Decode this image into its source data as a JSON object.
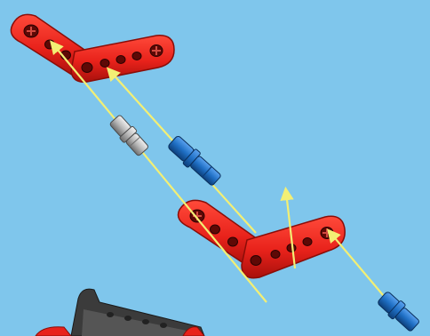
{
  "scene": {
    "background_color": "#7fc6ec",
    "beam_color": "#e8221b",
    "beam_shade_color": "#a8100c",
    "friction_pin_color": "#1f6fc4",
    "bushing_pin_color": "#b9b9b9",
    "arrow_color": "#f3ef74",
    "base_part_color": "#3b3b3b",
    "parts": [
      {
        "name": "upper-angled-beam",
        "color": "red"
      },
      {
        "name": "lower-angled-beam",
        "color": "red"
      },
      {
        "name": "gray-connector-pin",
        "color": "gray"
      },
      {
        "name": "blue-connector-pin-upper",
        "color": "blue"
      },
      {
        "name": "blue-connector-pin-lower",
        "color": "blue"
      },
      {
        "name": "dark-base-assembly",
        "color": "dark-gray"
      }
    ],
    "assembly_arrows": 4
  }
}
